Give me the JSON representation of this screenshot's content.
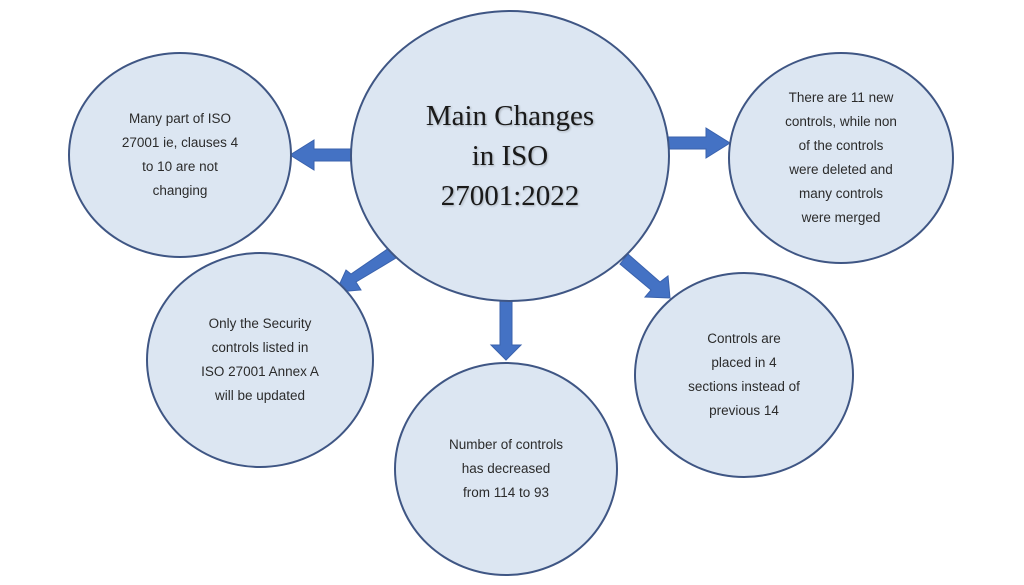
{
  "diagram": {
    "center": {
      "text": "Main Changes\nin ISO\n27001:2022"
    },
    "nodes": [
      {
        "id": "left-top",
        "text": "Many part of ISO\n27001 ie, clauses 4\nto 10 are not\nchanging"
      },
      {
        "id": "right-top",
        "text": "There are 11 new\ncontrols, while non\nof the controls\nwere deleted and\nmany controls\nwere merged"
      },
      {
        "id": "left-bottom",
        "text": "Only the Security\ncontrols listed in\nISO 27001 Annex A\nwill be updated"
      },
      {
        "id": "bottom-center",
        "text": "Number of controls\nhas decreased\nfrom 114 to 93"
      },
      {
        "id": "right-bottom",
        "text": "Controls are\nplaced in 4\nsections instead of\nprevious 14"
      }
    ],
    "colors": {
      "node_fill": "#dce6f2",
      "node_border": "#3f5684",
      "arrow": "#4472c4"
    }
  }
}
